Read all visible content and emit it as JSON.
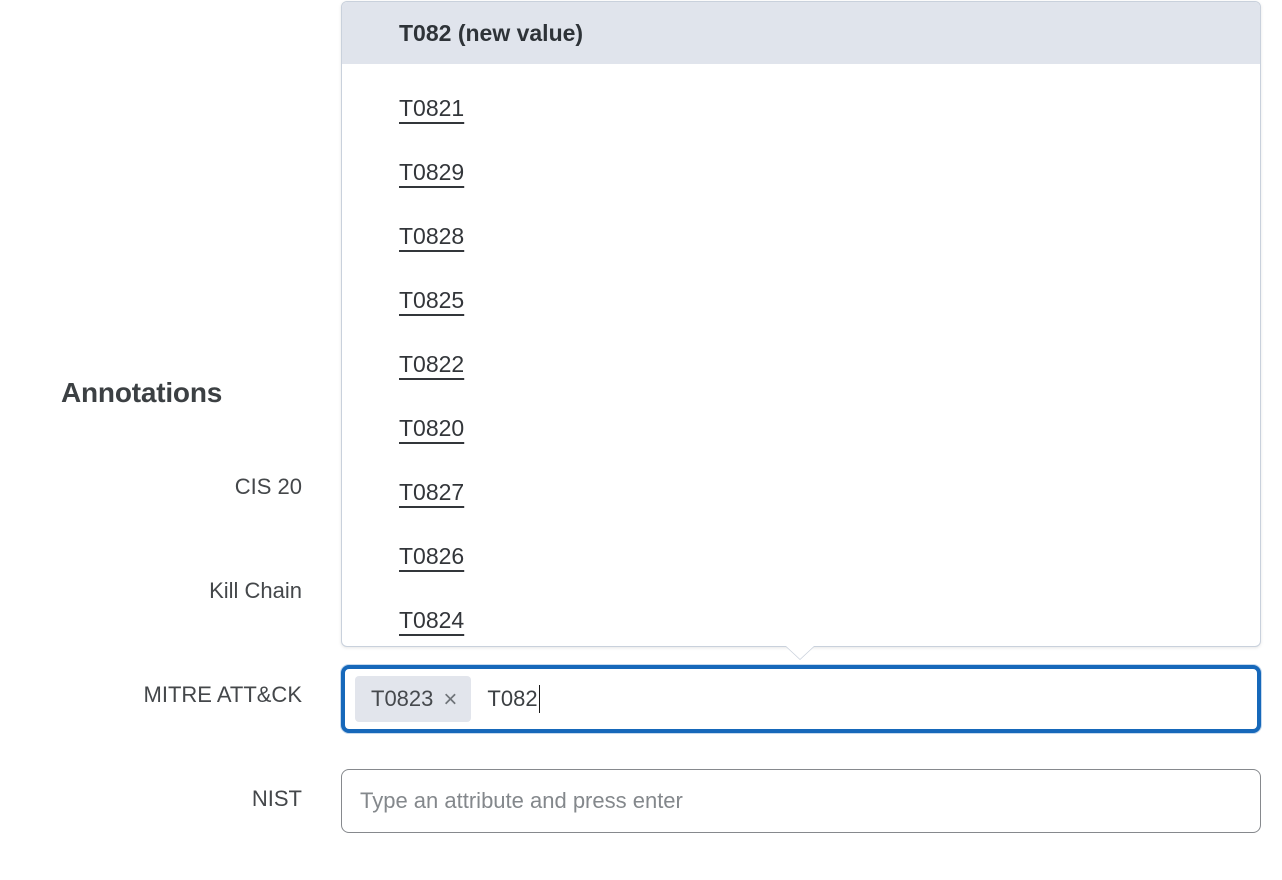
{
  "section": {
    "title": "Annotations"
  },
  "fields": [
    {
      "label": "CIS 20"
    },
    {
      "label": "Kill Chain"
    },
    {
      "label": "MITRE ATT&CK"
    },
    {
      "label": "NIST"
    }
  ],
  "mitre_input": {
    "tags": [
      {
        "label": "T0823",
        "remove_icon": "close-icon",
        "remove_glyph": "×"
      }
    ],
    "typed_text": "T082",
    "focused": true
  },
  "nist_input": {
    "placeholder": "Type an attribute and press enter",
    "value": ""
  },
  "dropdown": {
    "header": "T082 (new value)",
    "options": [
      {
        "label": "T0821"
      },
      {
        "label": "T0829"
      },
      {
        "label": "T0828"
      },
      {
        "label": "T0825"
      },
      {
        "label": "T0822"
      },
      {
        "label": "T0820"
      },
      {
        "label": "T0827"
      },
      {
        "label": "T0826"
      },
      {
        "label": "T0824"
      }
    ]
  },
  "colors": {
    "focus_border": "#1668ba",
    "chip_background": "#e2e5ec",
    "dropdown_header_background": "#e0e4ec",
    "text_primary": "#3c4043",
    "placeholder": "#84888c"
  }
}
